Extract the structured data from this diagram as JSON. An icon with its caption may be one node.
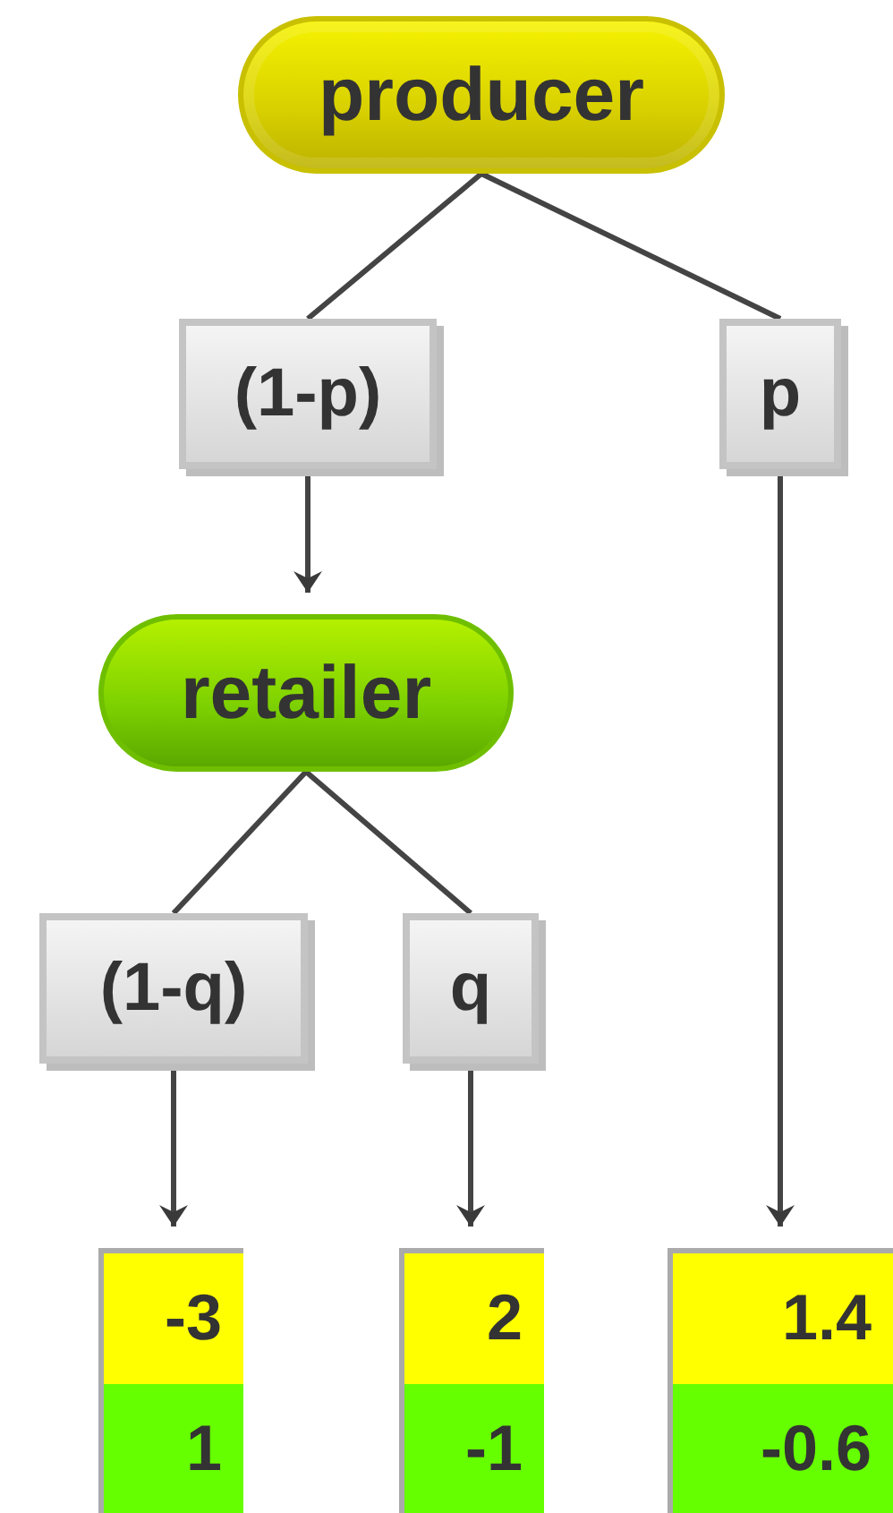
{
  "diagram": {
    "nodes": [
      {
        "text": [
          "producer"
        ]
      },
      {
        "text": [
          "(1-p)"
        ]
      },
      {
        "text": [
          "p"
        ]
      },
      {
        "text": [
          "retailer"
        ]
      },
      {
        "text": [
          "(1-q)"
        ]
      },
      {
        "text": [
          "q"
        ]
      },
      {
        "text": [
          "-3",
          "1"
        ]
      },
      {
        "text": [
          "2",
          "-1"
        ]
      },
      {
        "text": [
          "1.4",
          "-0.6"
        ]
      }
    ],
    "edges": [
      {
        "from": 0,
        "to": 1,
        "arrow": "none"
      },
      {
        "from": 0,
        "to": 2,
        "arrow": "none"
      },
      {
        "from": 1,
        "to": 3,
        "arrow": "to"
      },
      {
        "from": 3,
        "to": 4,
        "arrow": "none"
      },
      {
        "from": 3,
        "to": 5,
        "arrow": "none"
      },
      {
        "from": 4,
        "to": 6,
        "arrow": "to"
      },
      {
        "from": 5,
        "to": 7,
        "arrow": "to"
      },
      {
        "from": 2,
        "to": 8,
        "arrow": "to"
      }
    ]
  }
}
